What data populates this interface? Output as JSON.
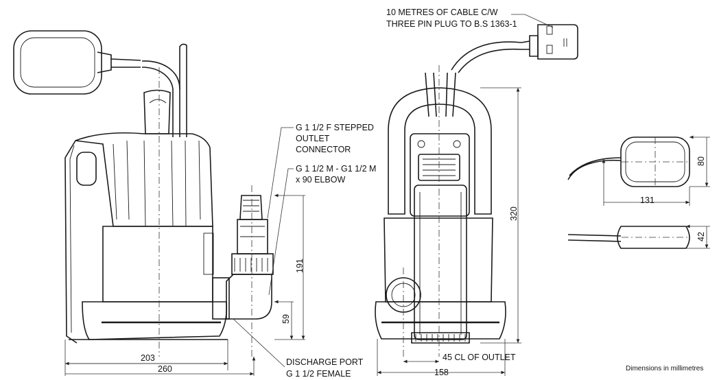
{
  "callouts": {
    "cable_line1": "10 METRES OF CABLE C/W",
    "cable_line2": "THREE PIN PLUG TO B.S 1363-1",
    "stepped_line1": "G 1 1/2 F STEPPED",
    "stepped_line2": "OUTLET",
    "stepped_line3": "CONNECTOR",
    "elbow_line1": "G 1 1/2 M - G1 1/2 M",
    "elbow_line2": "x 90 ELBOW",
    "discharge_line1": "DISCHARGE PORT",
    "discharge_line2": "G 1 1/2  FEMALE",
    "cl_outlet": "45 CL OF OUTLET"
  },
  "dimensions": {
    "d203": "203",
    "d260": "260",
    "d191": "191",
    "d59": "59",
    "d320": "320",
    "d158": "158",
    "d131": "131",
    "d80": "80",
    "d42": "42"
  },
  "footer": {
    "units_note": "Dimensions in millimetres"
  }
}
